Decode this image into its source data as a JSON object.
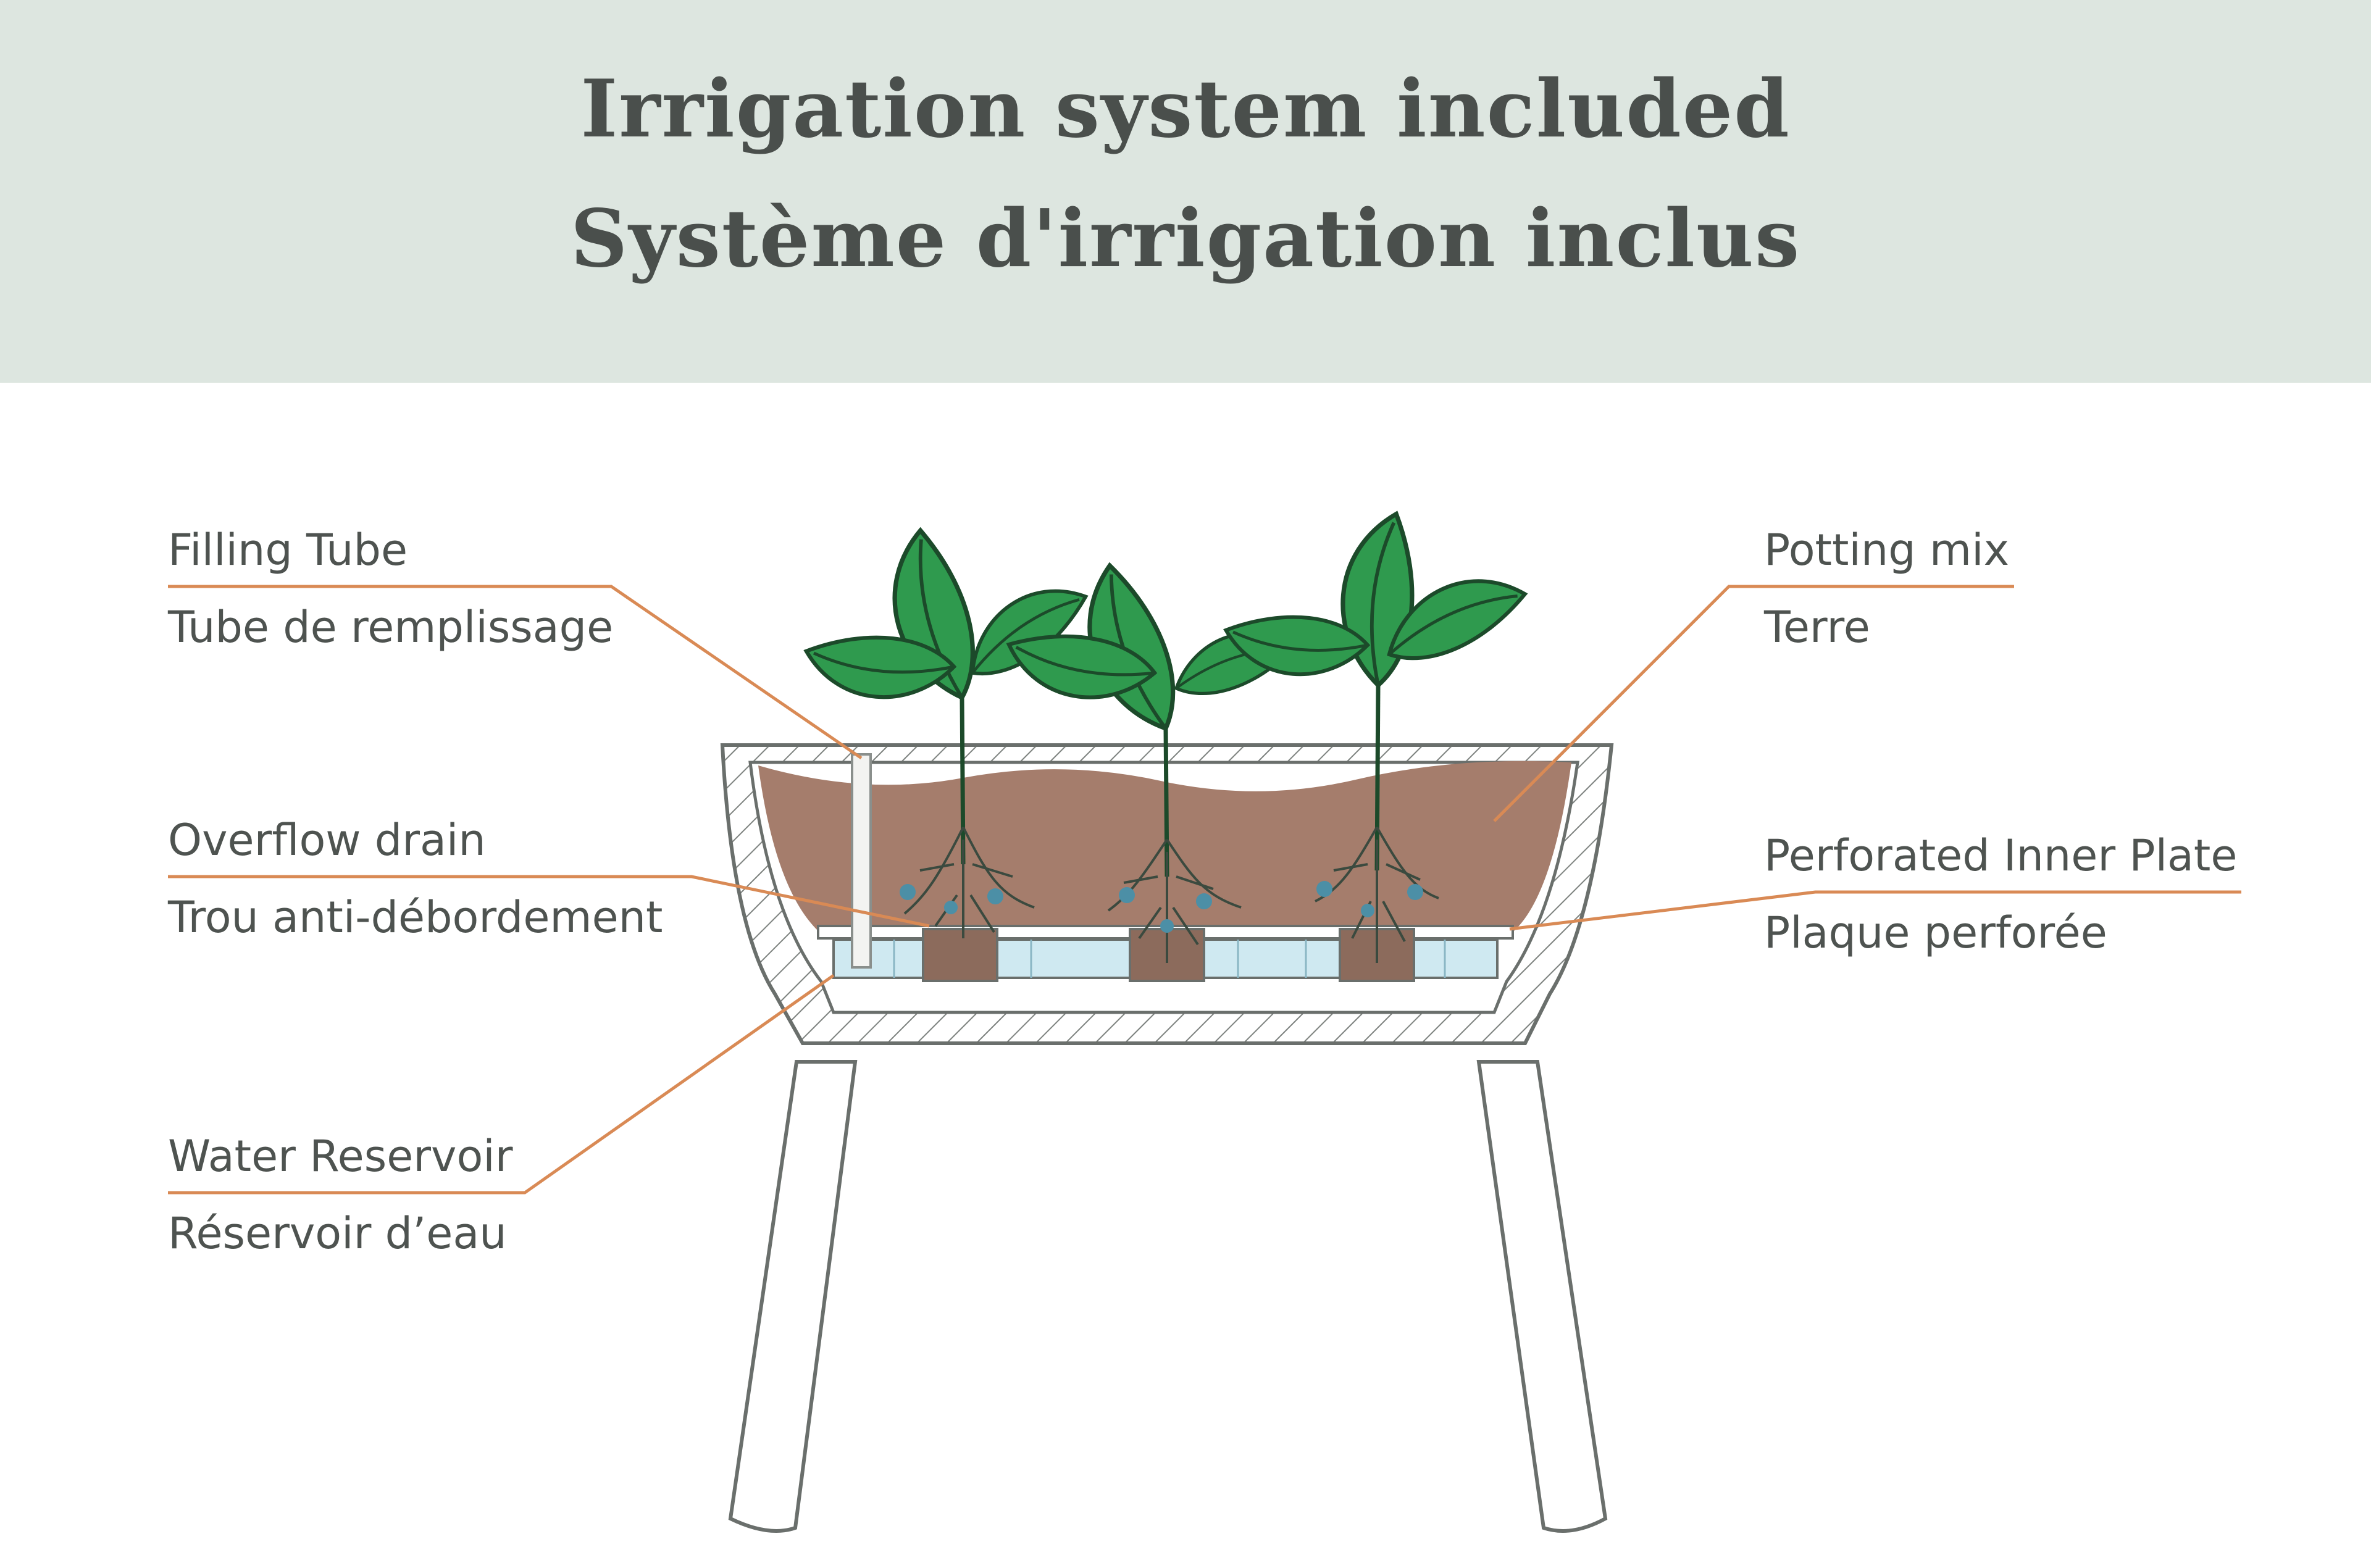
{
  "header": {
    "title_en": "Irrigation system included",
    "title_fr": "Système d'irrigation inclus"
  },
  "labels": {
    "filling_tube": {
      "en": "Filling Tube",
      "fr": "Tube de remplissage"
    },
    "overflow_drain": {
      "en": "Overflow drain",
      "fr": "Trou anti-débordement"
    },
    "water_reservoir": {
      "en": "Water Reservoir",
      "fr": "Réservoir d’eau"
    },
    "potting_mix": {
      "en": "Potting mix",
      "fr": "Terre"
    },
    "inner_plate": {
      "en": "Perforated Inner Plate",
      "fr": "Plaque perforée"
    }
  },
  "colors": {
    "banner": "#dde6e0",
    "leader_line": "#d98a55",
    "soil": "#a57d6c",
    "leaf": "#2f9a4e",
    "water": "#cfe9f1",
    "outline": "#6a6f6c"
  }
}
